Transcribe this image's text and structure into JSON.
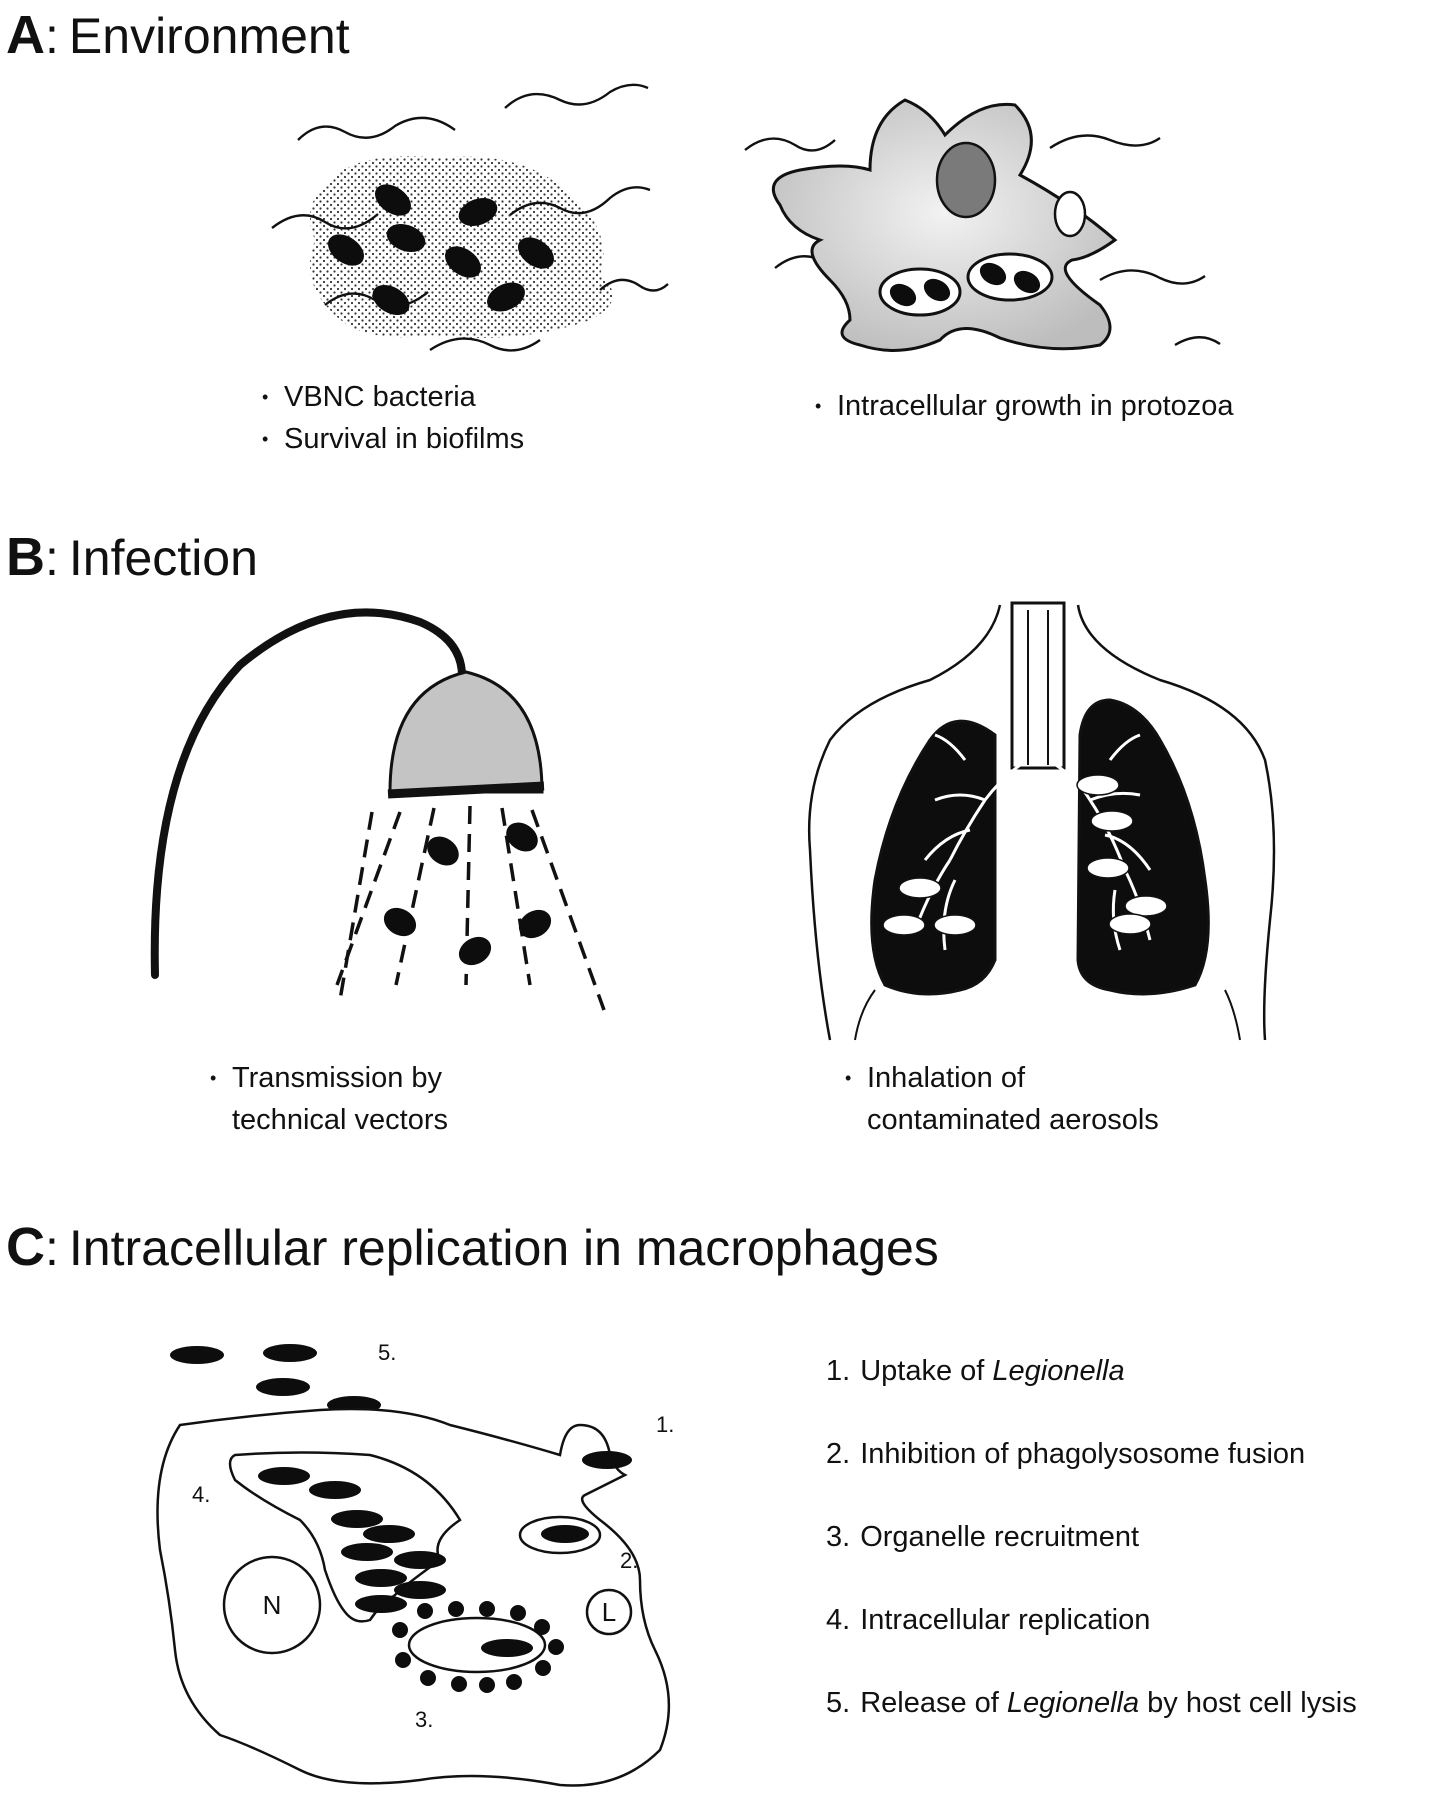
{
  "sections": {
    "a": {
      "letter": "A",
      "title": "Environment"
    },
    "b": {
      "letter": "B",
      "title": "Infection"
    },
    "c": {
      "letter": "C",
      "title": "Intracellular replication in macrophages"
    }
  },
  "captions": {
    "vbnc": "VBNC bacteria",
    "biofilm": "Survival in biofilms",
    "protozoa": "Intracellular growth in protozoa",
    "transmission_1": "Transmission by",
    "transmission_2": "technical vectors",
    "inhalation_1": "Inhalation of",
    "inhalation_2": "contaminated aerosols"
  },
  "cell_labels": {
    "nucleus": "N",
    "lysosome": "L",
    "marker_1": "1.",
    "marker_2": "2.",
    "marker_3": "3.",
    "marker_4": "4.",
    "marker_5": "5."
  },
  "steps": [
    {
      "num": "1.",
      "pre": "Uptake of ",
      "italic": "Legionella",
      "post": ""
    },
    {
      "num": "2.",
      "pre": "Inhibition of phagolysosome fusion",
      "italic": "",
      "post": ""
    },
    {
      "num": "3.",
      "pre": "Organelle recruitment",
      "italic": "",
      "post": ""
    },
    {
      "num": "4.",
      "pre": "Intracellular replication",
      "italic": "",
      "post": ""
    },
    {
      "num": "5.",
      "pre": "Release of ",
      "italic": "Legionella",
      "post": " by host cell lysis"
    }
  ],
  "colors": {
    "ink": "#111111",
    "gray_fill": "#c4c4c4",
    "dark_gray": "#7a7a7a",
    "paper": "#ffffff"
  }
}
